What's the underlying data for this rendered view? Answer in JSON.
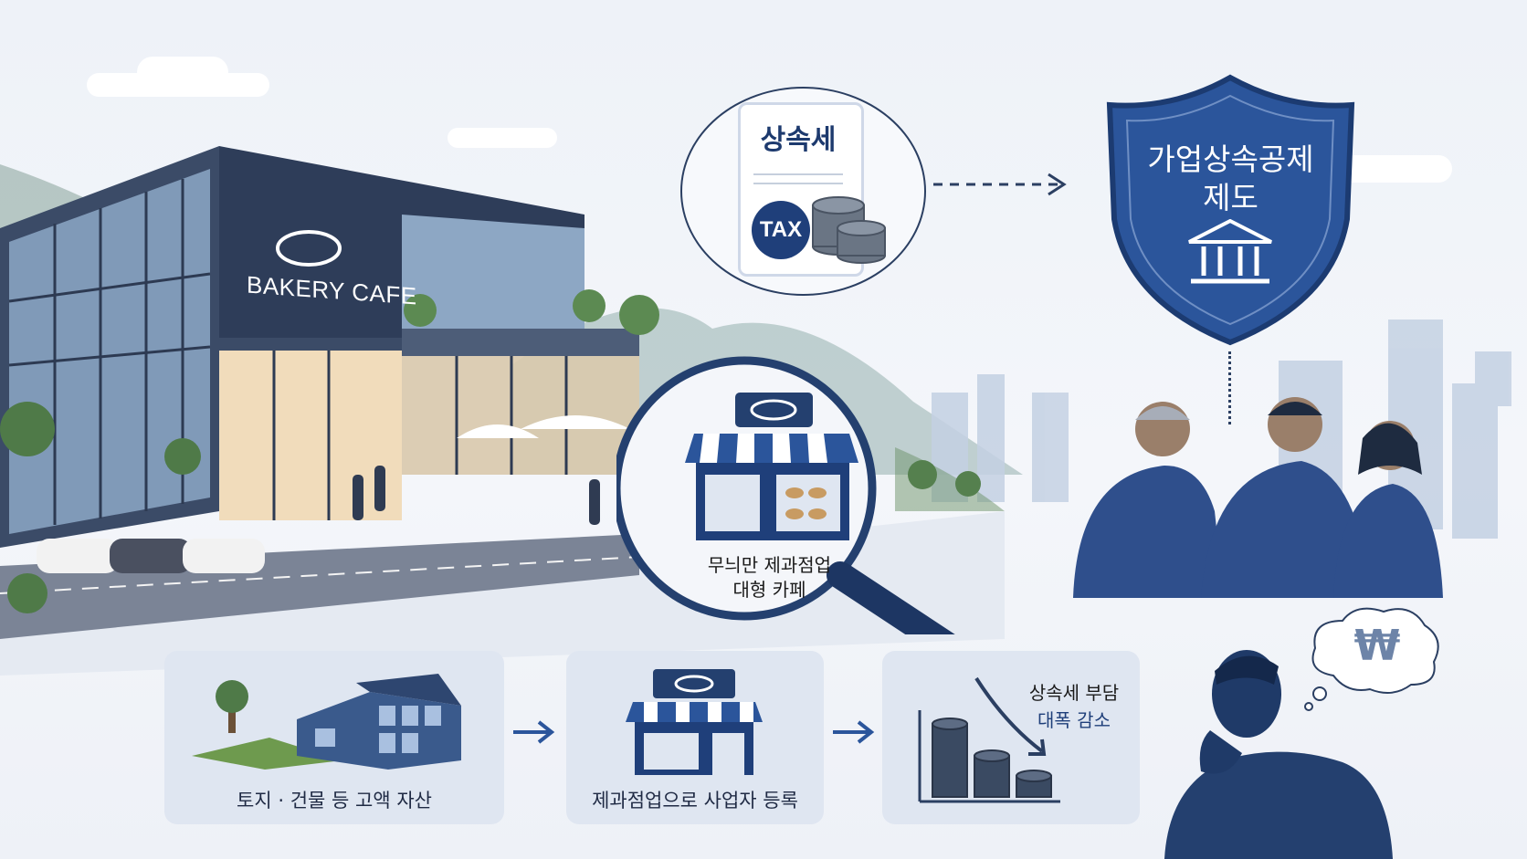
{
  "sign": {
    "building": "BAKERY CAFE"
  },
  "tax_circle": {
    "doc_title": "상속세",
    "badge": "TAX"
  },
  "shield": {
    "line1": "가업상속공제",
    "line2": "제도"
  },
  "magnifier": {
    "line1": "무늬만 제과점업",
    "line2": "대형 카페"
  },
  "steps": [
    {
      "label": "토지 · 건물 등 고액 자산"
    },
    {
      "label": "제과점업으로 사업자 등록"
    },
    {
      "label_line1": "상속세 부담",
      "label_line2": "대폭 감소"
    }
  ],
  "thought": {
    "symbol": "₩"
  },
  "colors": {
    "navy": "#1f3f7a",
    "accent": "#2b559b",
    "panel": "#dfe6f1"
  },
  "icons": [
    "bread-icon",
    "tax-document-icon",
    "coin-stack-icon",
    "shield-icon",
    "bank-building-icon",
    "storefront-icon",
    "magnifier-icon",
    "arrow-right-icon",
    "down-trend-arrow-icon",
    "won-icon"
  ]
}
